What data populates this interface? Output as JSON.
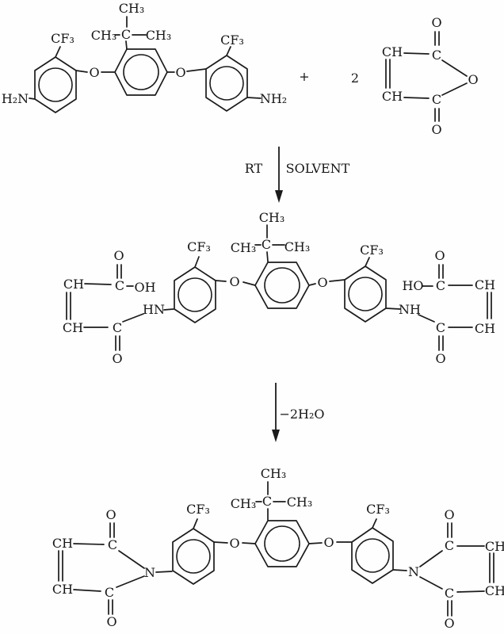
{
  "scheme": {
    "background": "#fefefe",
    "ink_color": "#1b1b1b",
    "labels": {
      "ch3": "CH₃",
      "cf3": "CF₃",
      "h2n": "H₂N",
      "nh2": "NH₂",
      "o": "O",
      "c": "C",
      "ch": "CH",
      "oh": "OH",
      "ho": "HO",
      "hn": "HN",
      "nh": "NH",
      "n": "N",
      "plus": "+",
      "coefficient": "2"
    },
    "conditions": {
      "step1_left": "RT",
      "step1_right": "SOLVENT",
      "step2": "−2H₂O"
    }
  }
}
